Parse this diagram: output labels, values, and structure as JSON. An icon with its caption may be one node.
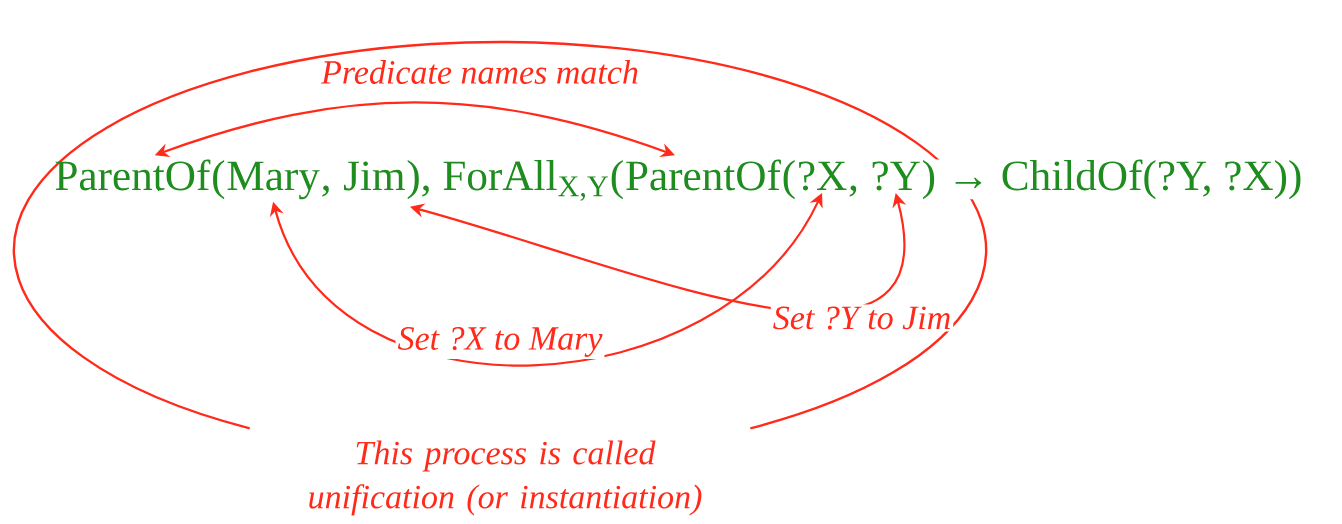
{
  "diagram": {
    "nodes": [
      {
        "text": [
          "This process is called unification (or instantiation)"
        ]
      },
      {
        "text": [
          "ParentOf"
        ],
        "in": 0
      },
      {
        "text": [
          "("
        ],
        "in": 0
      },
      {
        "text": [
          "Mary"
        ],
        "in": 0
      },
      {
        "text": [
          ", "
        ],
        "in": 0
      },
      {
        "text": [
          "Jim"
        ],
        "in": 0
      },
      {
        "text": [
          "), ForAll$_{X,Y}$("
        ],
        "in": 0
      },
      {
        "text": [
          "ParentOf"
        ],
        "in": 0
      },
      {
        "text": [
          "("
        ],
        "in": 0
      },
      {
        "text": [
          "?X"
        ],
        "in": 0
      },
      {
        "text": [
          ", "
        ],
        "in": 0
      },
      {
        "text": [
          "?Y"
        ],
        "in": 0
      },
      {
        "text": [
          ") → ChildOf(?Y, ?X))"
        ]
      }
    ],
    "edges": [
      {
        "from": 1,
        "to": 7,
        "arrow": "both",
        "label": "Predicate names match"
      },
      {
        "from": 3,
        "to": 9,
        "arrow": "both",
        "label": "Set ?X to Mary"
      },
      {
        "from": 5,
        "to": 11,
        "arrow": "both",
        "label": "Set ?Y to Jim"
      }
    ]
  }
}
